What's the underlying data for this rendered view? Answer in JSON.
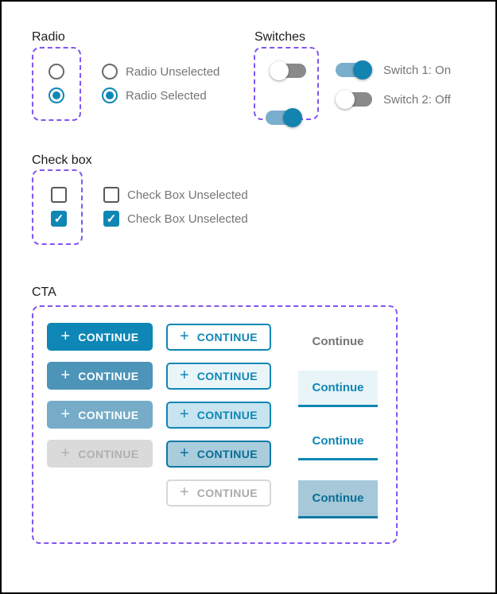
{
  "icons": {
    "plus_glyph": "+",
    "check_glyph": "✓"
  },
  "colors": {
    "primary_blue": "#0E87B6",
    "annotation_purple": "#8156F0",
    "switch_on_track": "#7AAECD",
    "switch_on_knob": "#1384B0",
    "switch_off_track": "#8A8A8A",
    "label_gray": "#757575",
    "disabled_gray": "#DADADA"
  },
  "sections": {
    "radio": {
      "title": "Radio",
      "items": [
        {
          "label": "Radio Unselected",
          "state": "unselected"
        },
        {
          "label": "Radio Selected",
          "state": "selected"
        }
      ]
    },
    "switches": {
      "title": "Switches",
      "items": [
        {
          "label": "Switch 1: On",
          "state": "on"
        },
        {
          "label": "Switch 2: Off",
          "state": "off"
        }
      ]
    },
    "checkbox": {
      "title": "Check box",
      "items": [
        {
          "label": "Check Box Unselected",
          "state": "unselected"
        },
        {
          "label": "Check Box Unselected",
          "state": "selected"
        }
      ]
    },
    "cta": {
      "title": "CTA",
      "button_label": "CONTINUE",
      "text_button_label": "Continue"
    }
  }
}
